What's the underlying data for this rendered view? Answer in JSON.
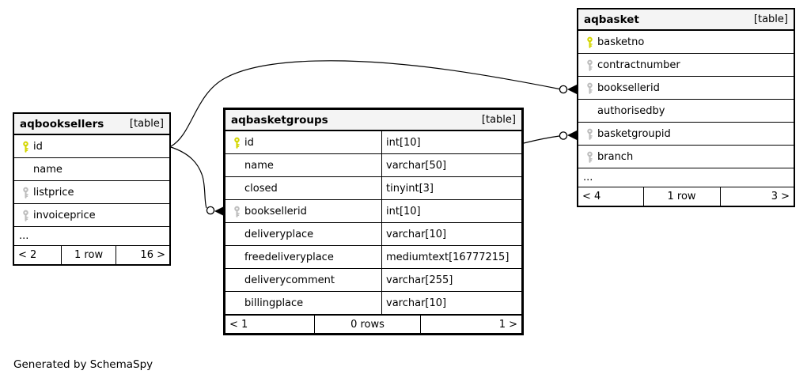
{
  "page": {
    "generated_note": "Generated by SchemaSpy"
  },
  "colors": {
    "primary_key": "#d4d600",
    "index_key": "#bdbdbd",
    "header_bg": "#f4f4f4",
    "border": "#000000"
  },
  "tables": {
    "aqbooksellers": {
      "title": "aqbooksellers",
      "tag": "[table]",
      "columns": [
        {
          "label": "id",
          "key": "primary"
        },
        {
          "label": "name",
          "key": "none"
        },
        {
          "label": "listprice",
          "key": "index"
        },
        {
          "label": "invoiceprice",
          "key": "index"
        }
      ],
      "ellipsis": "...",
      "footer": {
        "prev": "< 2",
        "rows": "1 row",
        "next": "16 >"
      }
    },
    "aqbasketgroups": {
      "title": "aqbasketgroups",
      "tag": "[table]",
      "columns": [
        {
          "label": "id",
          "key": "primary",
          "type": "int[10]"
        },
        {
          "label": "name",
          "key": "none",
          "type": "varchar[50]"
        },
        {
          "label": "closed",
          "key": "none",
          "type": "tinyint[3]"
        },
        {
          "label": "booksellerid",
          "key": "index",
          "type": "int[10]"
        },
        {
          "label": "deliveryplace",
          "key": "none",
          "type": "varchar[10]"
        },
        {
          "label": "freedeliveryplace",
          "key": "none",
          "type": "mediumtext[16777215]"
        },
        {
          "label": "deliverycomment",
          "key": "none",
          "type": "varchar[255]"
        },
        {
          "label": "billingplace",
          "key": "none",
          "type": "varchar[10]"
        }
      ],
      "footer": {
        "prev": "< 1",
        "rows": "0 rows",
        "next": "1 >"
      }
    },
    "aqbasket": {
      "title": "aqbasket",
      "tag": "[table]",
      "columns": [
        {
          "label": "basketno",
          "key": "primary"
        },
        {
          "label": "contractnumber",
          "key": "index"
        },
        {
          "label": "booksellerid",
          "key": "index"
        },
        {
          "label": "authorisedby",
          "key": "none"
        },
        {
          "label": "basketgroupid",
          "key": "index"
        },
        {
          "label": "branch",
          "key": "index"
        }
      ],
      "ellipsis": "...",
      "footer": {
        "prev": "< 4",
        "rows": "1 row",
        "next": "3 >"
      }
    }
  },
  "relationships": [
    {
      "from": "aqbooksellers.id",
      "to": "aqbasket.booksellerid"
    },
    {
      "from": "aqbooksellers.id",
      "to": "aqbasketgroups.booksellerid"
    },
    {
      "from": "aqbasketgroups.id",
      "to": "aqbasket.basketgroupid"
    }
  ]
}
